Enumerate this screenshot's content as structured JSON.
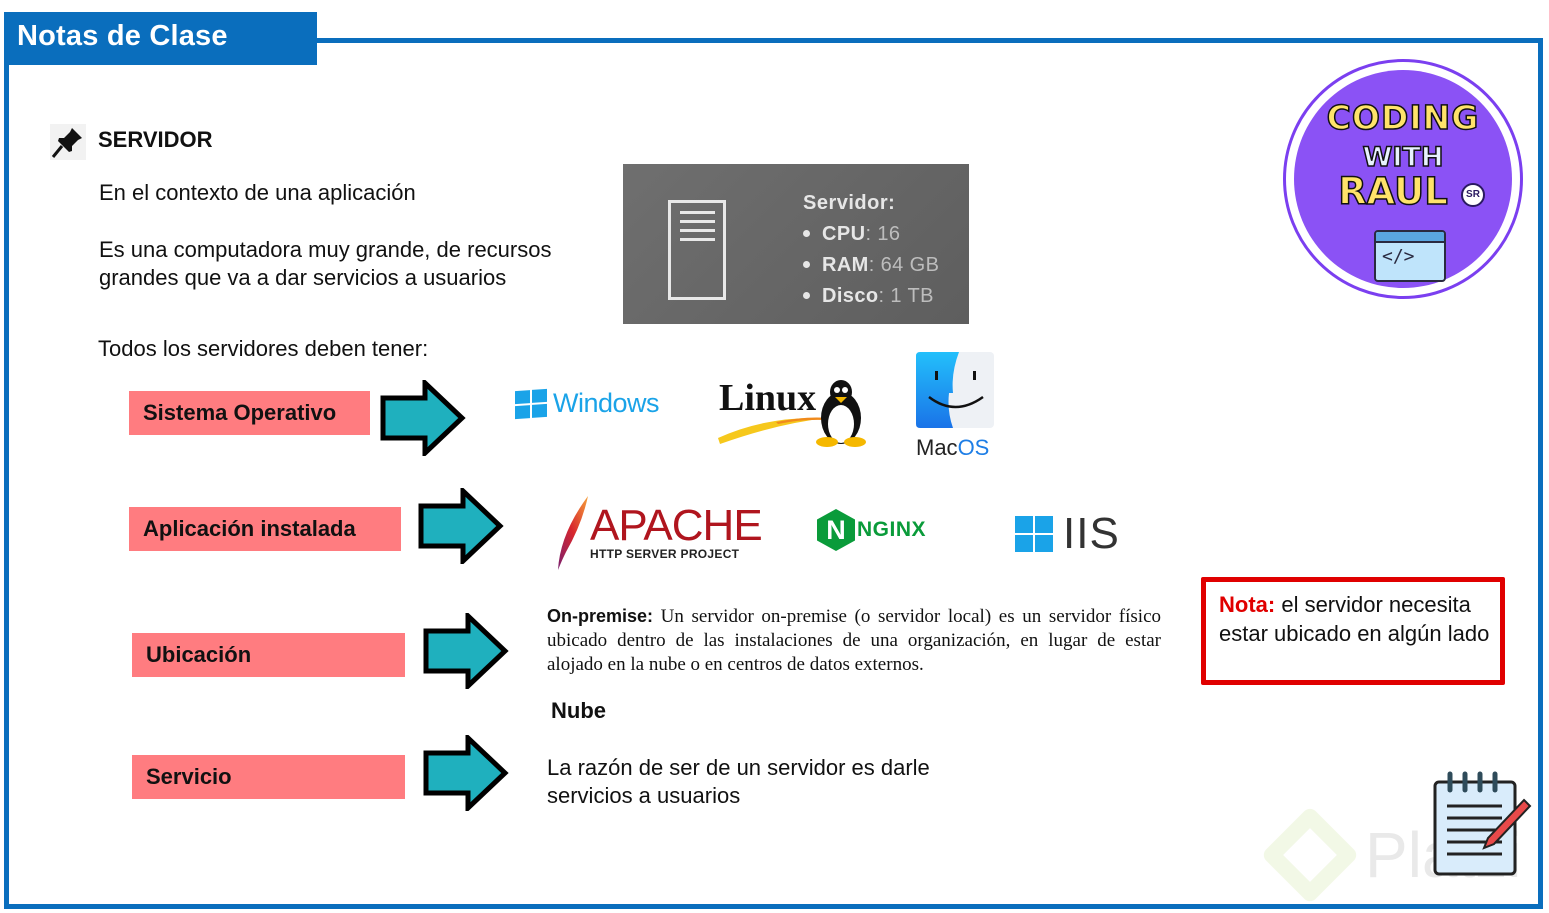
{
  "header": {
    "title": "Notas de Clase"
  },
  "section": {
    "heading": "SERVIDOR",
    "icon": "pushpin-icon",
    "context": "En el contexto de una aplicación",
    "definition_line1": "Es una computadora muy grande, de recursos",
    "definition_line2": "grandes que va a dar servicios a usuarios",
    "requirements_intro": "Todos los servidores deben tener:"
  },
  "spec_card": {
    "icon": "server-document-icon",
    "title": "Servidor:",
    "items": [
      {
        "label": "CPU",
        "value": ": 16"
      },
      {
        "label": "RAM",
        "value": ": 64 GB"
      },
      {
        "label": "Disco",
        "value": ": 1 TB"
      }
    ]
  },
  "requirements": [
    {
      "label": "Sistema Operativo"
    },
    {
      "label": "Aplicación instalada"
    },
    {
      "label": "Ubicación"
    },
    {
      "label": "Servicio"
    }
  ],
  "os_logos": {
    "windows": "Windows",
    "linux": "Linux",
    "mac_prefix": "Mac",
    "mac_suffix": "OS"
  },
  "app_logos": {
    "apache": "APACHE",
    "apache_sub": "HTTP SERVER PROJECT",
    "nginx_mark": "N",
    "nginx": "NGINX",
    "iis": "IIS"
  },
  "location": {
    "onprem_label": "On-premise:",
    "onprem_text": " Un servidor on-premise (o servidor local) es un servidor físico ubicado dentro de las instalaciones de una organización, en lugar de estar alojado en la nube o en centros de datos externos.",
    "cloud_label": "Nube"
  },
  "service": {
    "line1": "La razón de ser de un servidor es darle",
    "line2": "servicios a usuarios"
  },
  "note": {
    "label": "Nota:",
    "text": " el servidor necesita estar ubicado en algún lado"
  },
  "badge": {
    "line1": "CODING",
    "line2": "WITH",
    "line3": "RAUL",
    "tag": "SR",
    "code_glyph": "</>"
  },
  "watermark": {
    "text": "Platzi"
  },
  "colors": {
    "brand_blue": "#0a6ebd",
    "label_pink": "#ff7c80",
    "arrow_teal": "#1fb0be",
    "note_red": "#e00000",
    "badge_purple": "#8b52f5"
  }
}
